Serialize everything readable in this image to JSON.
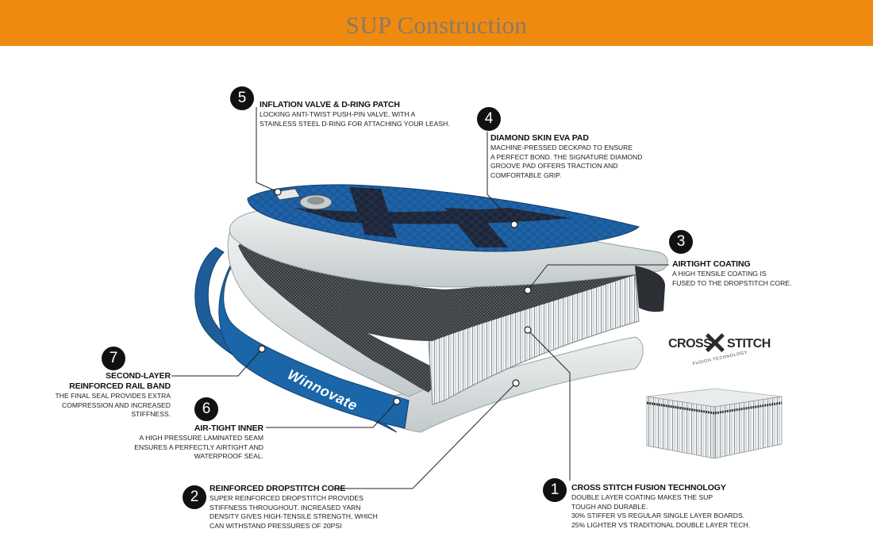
{
  "header": {
    "title": "SUP Construction"
  },
  "brand": {
    "board_logo": "Winnovate"
  },
  "crossstitch": {
    "left": "CROSS",
    "right": "STITCH",
    "sub": "FUSION TECHNOLOGY"
  },
  "callouts": [
    {
      "number": "1",
      "title": "CROSS STITCH FUSION TECHNOLOGY",
      "lines": [
        "DOUBLE LAYER COATING MAKES THE SUP",
        "TOUGH AND DURABLE.",
        "30% STIFFER VS REGULAR SINGLE LAYER BOARDS.",
        "25% LIGHTER VS TRADITIONAL DOUBLE LAYER TECH."
      ]
    },
    {
      "number": "2",
      "title": "REINFORCED DROPSTITCH CORE",
      "lines": [
        "SUPER REINFORCED DROPSTITCH PROVIDES",
        "STIFFNESS THROUGHOUT.  INCREASED YARN",
        "DENSITY GIVES HIGH-TENSILE STRENGTH, WHICH",
        "CAN WITHSTAND PRESSURES OF 20PSI"
      ]
    },
    {
      "number": "3",
      "title": "AIRTIGHT COATING",
      "lines": [
        "A HIGH TENSILE COATING IS",
        "FUSED TO THE DROPSTITCH CORE."
      ]
    },
    {
      "number": "4",
      "title": "DIAMOND SKIN EVA PAD",
      "lines": [
        "MACHINE-PRESSED DECKPAD TO ENSURE",
        "A PERFECT BOND.  THE SIGNATURE DIAMOND",
        "GROOVE PAD OFFERS TRACTION AND",
        "COMFORTABLE GRIP."
      ]
    },
    {
      "number": "5",
      "title": "INFLATION VALVE & D-RING PATCH",
      "lines": [
        "LOCKING ANTI-TWIST PUSH-PIN VALVE, WITH A",
        "STAINLESS STEEL D-RING FOR ATTACHING YOUR LEASH."
      ]
    },
    {
      "number": "6",
      "title": "AIR-TIGHT INNER",
      "lines": [
        "A HIGH PRESSURE LAMINATED SEAM",
        "ENSURES A PERFECTLY AIRTIGHT AND",
        "WATERPROOF SEAL."
      ]
    },
    {
      "number": "7",
      "title": "SECOND-LAYER",
      "title2": "REINFORCED RAIL BAND",
      "lines": [
        "THE FINAL SEAL PROVIDES EXTRA",
        "COMPRESSION AND INCREASED",
        "STIFFNESS."
      ]
    }
  ],
  "colors": {
    "header": "#ee8a10",
    "title_text": "#8a7a66",
    "blue": "#1e63a8",
    "dark": "#1b2a3f",
    "grey": "#d7dcdc"
  }
}
